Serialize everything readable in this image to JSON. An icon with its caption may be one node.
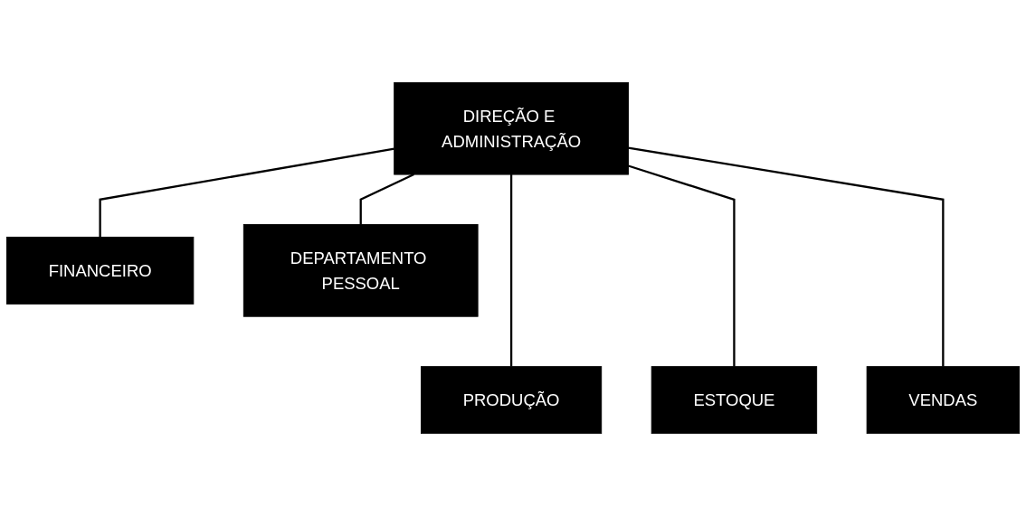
{
  "diagram": {
    "nodes": [
      {
        "text": [
          "DIREÇÃO E ADMINISTRAÇÃO"
        ]
      },
      {
        "text": [
          "FINANCEIRO"
        ]
      },
      {
        "text": [
          "DEPARTAMENTO PESSOAL"
        ]
      },
      {
        "text": [
          "PRODUÇÃO"
        ]
      },
      {
        "text": [
          "ESTOQUE"
        ]
      },
      {
        "text": [
          "VENDAS"
        ]
      }
    ],
    "edges": [
      {
        "from": 0,
        "to": 1,
        "arrow": "none"
      },
      {
        "from": 0,
        "to": 2,
        "arrow": "none"
      },
      {
        "from": 0,
        "to": 3,
        "arrow": "none"
      },
      {
        "from": 0,
        "to": 4,
        "arrow": "none"
      },
      {
        "from": 0,
        "to": 5,
        "arrow": "none"
      }
    ]
  }
}
